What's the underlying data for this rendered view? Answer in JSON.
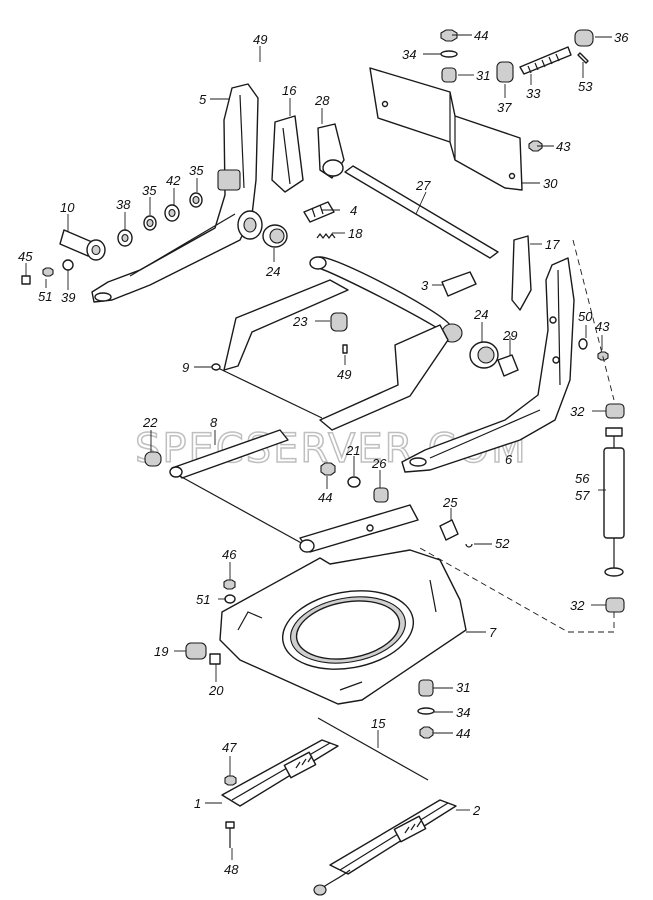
{
  "watermark": "SPECSERVER.COM",
  "callouts": [
    {
      "id": "c49a",
      "text": "49"
    },
    {
      "id": "c44a",
      "text": "44"
    },
    {
      "id": "c36",
      "text": "36"
    },
    {
      "id": "c34a",
      "text": "34"
    },
    {
      "id": "c31a",
      "text": "31"
    },
    {
      "id": "c53",
      "text": "53"
    },
    {
      "id": "c37",
      "text": "37"
    },
    {
      "id": "c33",
      "text": "33"
    },
    {
      "id": "c5",
      "text": "5"
    },
    {
      "id": "c16",
      "text": "16"
    },
    {
      "id": "c28",
      "text": "28"
    },
    {
      "id": "c43a",
      "text": "43"
    },
    {
      "id": "c30",
      "text": "30"
    },
    {
      "id": "c27",
      "text": "27"
    },
    {
      "id": "c42",
      "text": "42"
    },
    {
      "id": "c35a",
      "text": "35"
    },
    {
      "id": "c35b",
      "text": "35"
    },
    {
      "id": "c38",
      "text": "38"
    },
    {
      "id": "c10",
      "text": "10"
    },
    {
      "id": "c4",
      "text": "4"
    },
    {
      "id": "c18",
      "text": "18"
    },
    {
      "id": "c17",
      "text": "17"
    },
    {
      "id": "c45",
      "text": "45"
    },
    {
      "id": "c51a",
      "text": "51"
    },
    {
      "id": "c39",
      "text": "39"
    },
    {
      "id": "c24a",
      "text": "24"
    },
    {
      "id": "c3",
      "text": "3"
    },
    {
      "id": "c50",
      "text": "50"
    },
    {
      "id": "c43b",
      "text": "43"
    },
    {
      "id": "c23",
      "text": "23"
    },
    {
      "id": "c24b",
      "text": "24"
    },
    {
      "id": "c29",
      "text": "29"
    },
    {
      "id": "c9",
      "text": "9"
    },
    {
      "id": "c49b",
      "text": "49"
    },
    {
      "id": "c32a",
      "text": "32"
    },
    {
      "id": "c22",
      "text": "22"
    },
    {
      "id": "c8",
      "text": "8"
    },
    {
      "id": "c21",
      "text": "21"
    },
    {
      "id": "c26",
      "text": "26"
    },
    {
      "id": "c6",
      "text": "6"
    },
    {
      "id": "c56",
      "text": "56"
    },
    {
      "id": "c57",
      "text": "57"
    },
    {
      "id": "c44b",
      "text": "44"
    },
    {
      "id": "c25",
      "text": "25"
    },
    {
      "id": "c52",
      "text": "52"
    },
    {
      "id": "c46",
      "text": "46"
    },
    {
      "id": "c51b",
      "text": "51"
    },
    {
      "id": "c32b",
      "text": "32"
    },
    {
      "id": "c7",
      "text": "7"
    },
    {
      "id": "c19",
      "text": "19"
    },
    {
      "id": "c20",
      "text": "20"
    },
    {
      "id": "c31b",
      "text": "31"
    },
    {
      "id": "c34b",
      "text": "34"
    },
    {
      "id": "c15",
      "text": "15"
    },
    {
      "id": "c44c",
      "text": "44"
    },
    {
      "id": "c47",
      "text": "47"
    },
    {
      "id": "c1",
      "text": "1"
    },
    {
      "id": "c2",
      "text": "2"
    },
    {
      "id": "c48",
      "text": "48"
    }
  ]
}
